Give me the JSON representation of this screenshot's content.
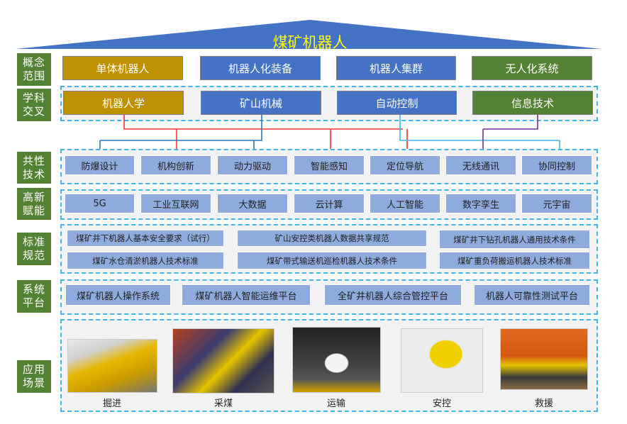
{
  "title": "煤矿机器人",
  "row_labels": {
    "concept": "概念范围",
    "discipline": "学科交叉",
    "common_tech": "共性技术",
    "new_tech": "高新赋能",
    "standards": "标准规范",
    "platforms": "系统平台",
    "scenarios": "应用场景"
  },
  "concept": [
    "单体机器人",
    "机器人化装备",
    "机器人集群",
    "无人化系统"
  ],
  "discipline": [
    "机器人学",
    "矿山机械",
    "自动控制",
    "信息技术"
  ],
  "common_tech": [
    "防爆设计",
    "机构创新",
    "动力驱动",
    "智能感知",
    "定位导航",
    "无线通讯",
    "协同控制"
  ],
  "new_tech": [
    "5G",
    "工业互联网",
    "大数据",
    "云计算",
    "人工智能",
    "数字孪生",
    "元宇宙"
  ],
  "standards": [
    "煤矿井下机器人基本安全要求（试行）",
    "矿山安控类机器人数据共享规范",
    "煤矿井下钻孔机器人通用技术条件",
    "煤矿水仓清淤机器人技术标准",
    "煤矿带式输送机巡检机器人技术条件",
    "煤矿重负荷搬运机器人技术标准"
  ],
  "platforms": [
    "煤矿机器人操作系统",
    "煤矿机器人智能运维平台",
    "全矿井机器人综合管控平台",
    "机器人可靠性测试平台"
  ],
  "scenarios": [
    "掘进",
    "采煤",
    "运输",
    "安控",
    "救援"
  ],
  "colors": {
    "roof": "#4472c4",
    "title": "#ffff00",
    "gold": "#bf9000",
    "blue": "#4472c4",
    "green": "#548235",
    "light_blue": "#8faadc",
    "dash": "#41b6e6"
  }
}
